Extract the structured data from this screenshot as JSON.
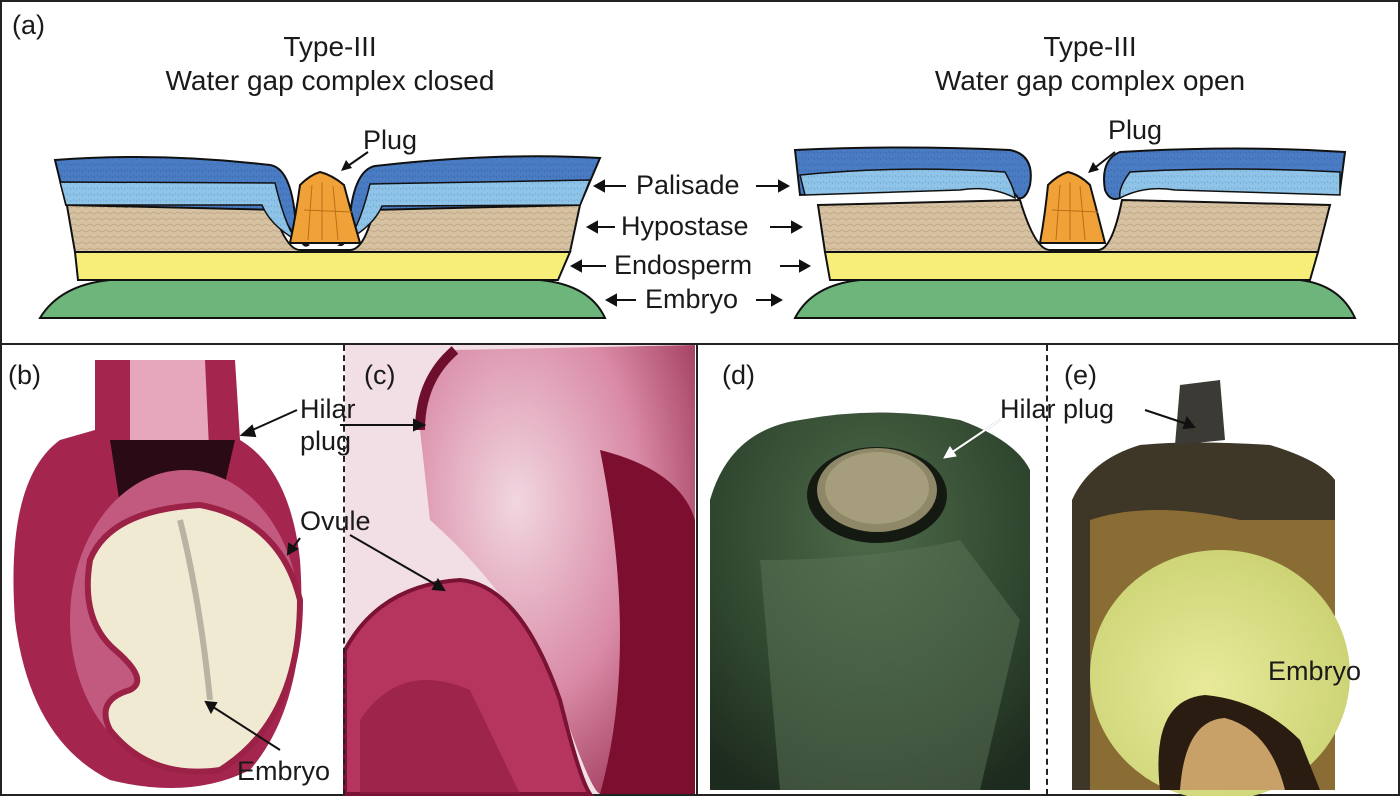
{
  "panel_a": {
    "label": "(a)",
    "left": {
      "title_line1": "Type-III",
      "title_line2": "Water gap complex closed",
      "plug_label": "Plug"
    },
    "right": {
      "title_line1": "Type-III",
      "title_line2": "Water gap complex open",
      "plug_label": "Plug"
    },
    "layers": [
      {
        "name": "Palisade",
        "color": "#4a7cc4"
      },
      {
        "name": "Hypostase",
        "color": "#d6c2a2"
      },
      {
        "name": "Endosperm",
        "color": "#f7ee7a"
      },
      {
        "name": "Embryo",
        "color": "#6db57a"
      }
    ]
  },
  "panel_b": {
    "label": "(b)",
    "hilar_plug": "Hilar\nplug",
    "ovule": "Ovule",
    "embryo": "Embryo"
  },
  "panel_c": {
    "label": "(c)"
  },
  "panel_d": {
    "label": "(d)",
    "hilar_plug": "Hilar plug"
  },
  "panel_e": {
    "label": "(e)",
    "embryo": "Embryo"
  }
}
